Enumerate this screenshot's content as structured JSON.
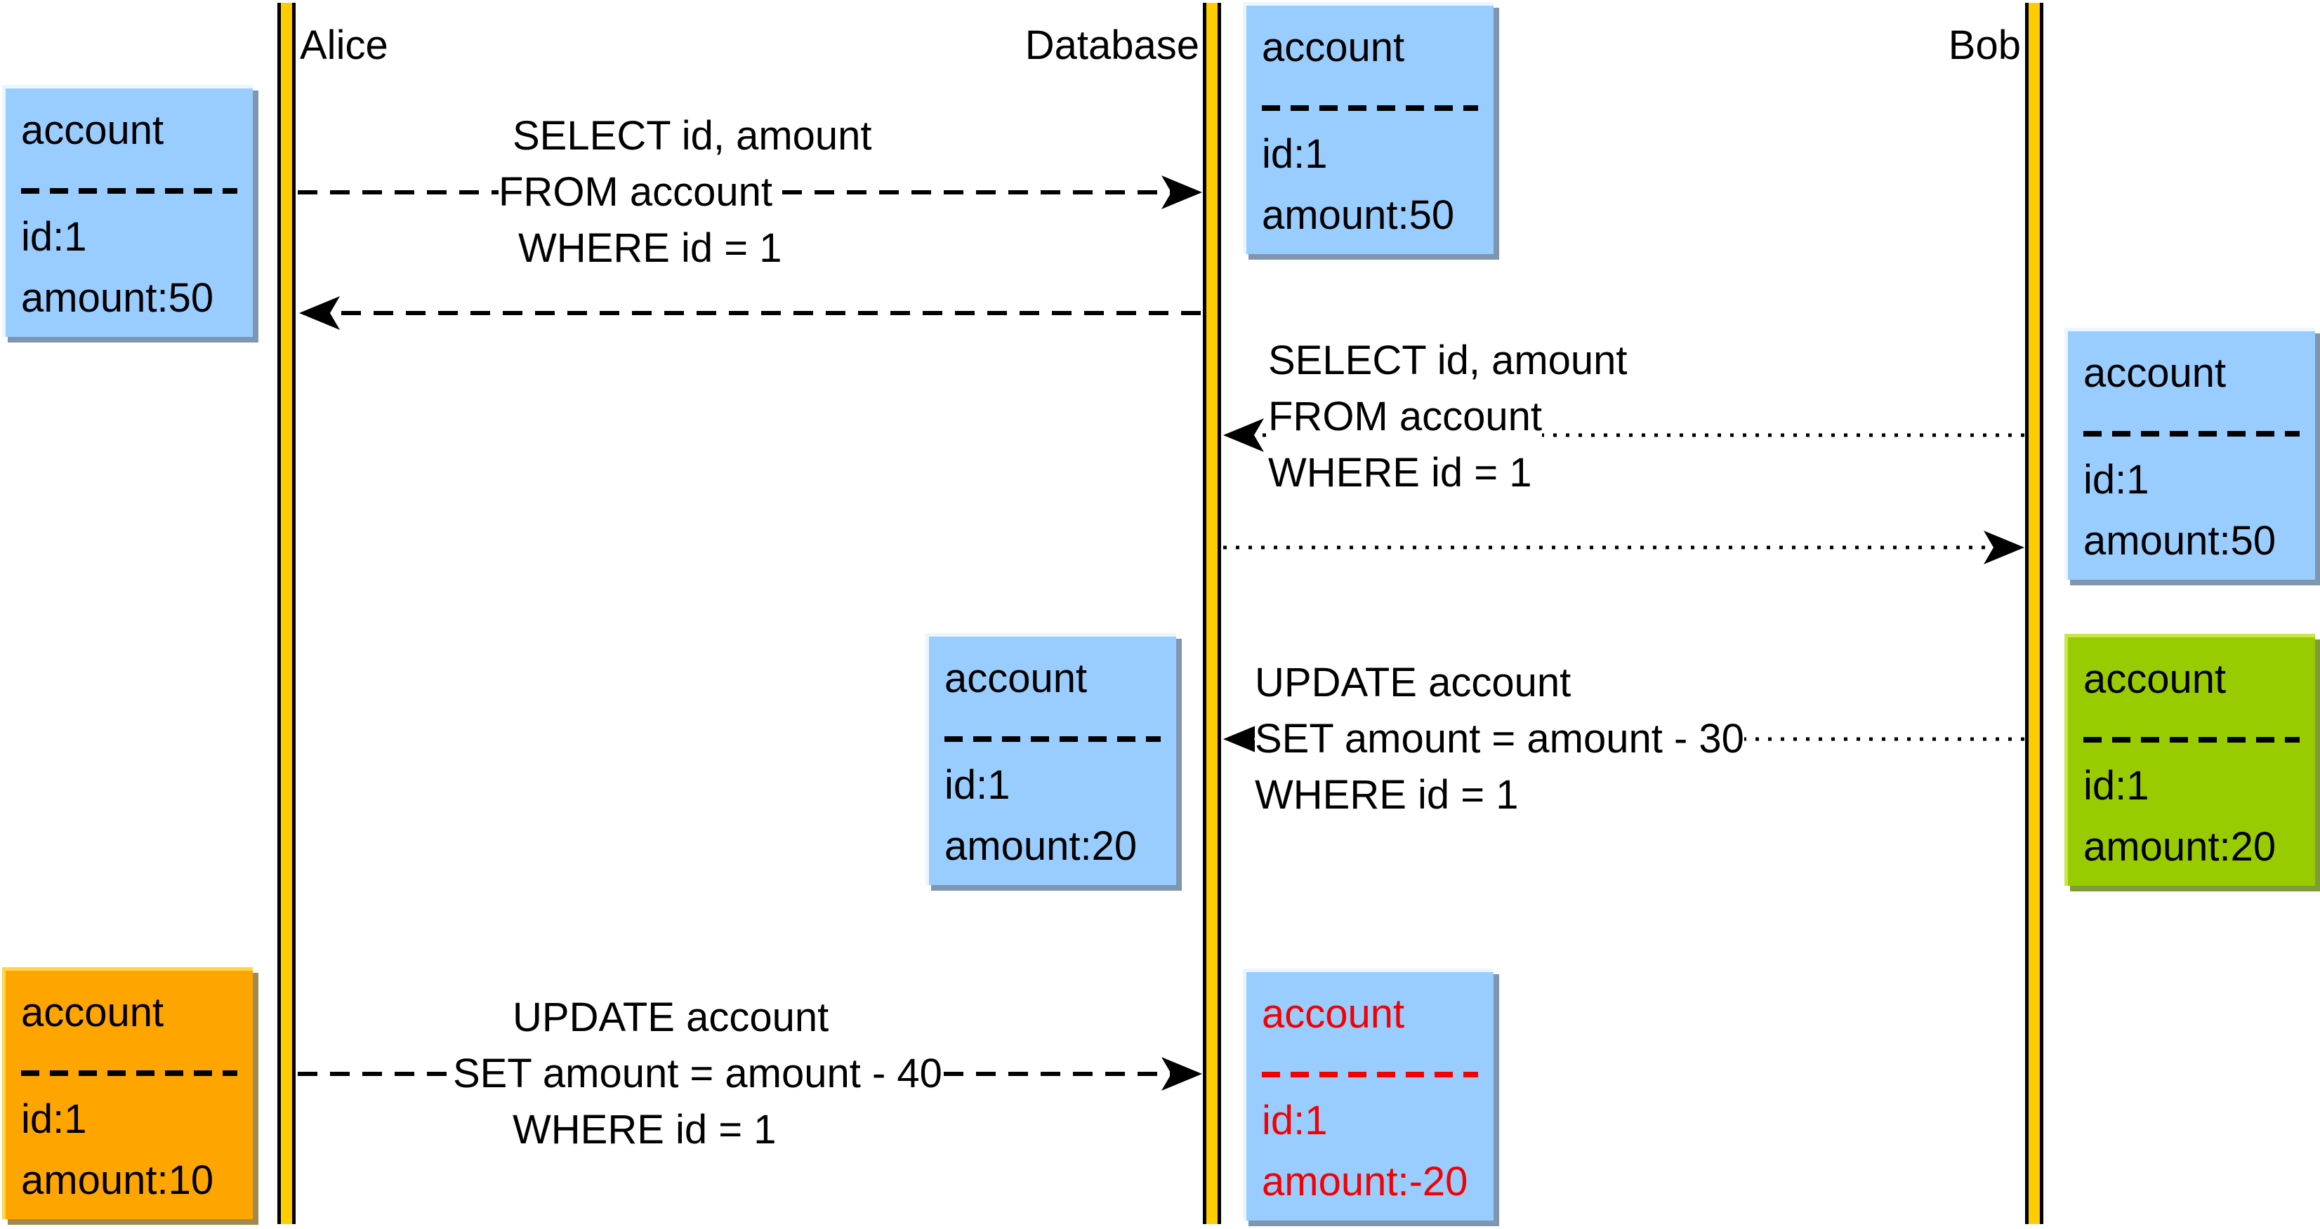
{
  "actors": {
    "alice": "Alice",
    "database": "Database",
    "bob": "Bob"
  },
  "messages": {
    "alice_select": {
      "line1": "SELECT id, amount",
      "line2": "FROM account",
      "line3": "WHERE id = 1",
      "from": "Alice",
      "to": "Database",
      "line_style": "dashed"
    },
    "db_reply_alice": {
      "from": "Database",
      "to": "Alice",
      "line_style": "dashed",
      "label": ""
    },
    "bob_select": {
      "line1": "SELECT id, amount",
      "line2": "FROM account",
      "line3": "WHERE id = 1",
      "from": "Bob",
      "to": "Database",
      "line_style": "dotted"
    },
    "db_reply_bob": {
      "from": "Database",
      "to": "Bob",
      "line_style": "dotted",
      "label": ""
    },
    "bob_update": {
      "line1": "UPDATE account",
      "line2": "SET amount = amount - 30",
      "line3": "WHERE id = 1",
      "from": "Bob",
      "to": "Database",
      "line_style": "dotted"
    },
    "alice_update": {
      "line1": "UPDATE account",
      "line2": "SET amount = amount - 40",
      "line3": "WHERE id = 1",
      "from": "Alice",
      "to": "Database",
      "line_style": "dashed"
    }
  },
  "state_boxes": {
    "alice_initial": {
      "title": "account",
      "divider": "---------------",
      "id_row": "id:1",
      "amount_row": "amount:50",
      "fill": "blue",
      "text": "black"
    },
    "db_initial": {
      "title": "account",
      "divider": "---------------",
      "id_row": "id:1",
      "amount_row": "amount:50",
      "fill": "blue",
      "text": "black"
    },
    "bob_initial": {
      "title": "account",
      "divider": "---------------",
      "id_row": "id:1",
      "amount_row": "amount:50",
      "fill": "blue",
      "text": "black"
    },
    "db_after_bob": {
      "title": "account",
      "divider": "---------------",
      "id_row": "id:1",
      "amount_row": "amount:20",
      "fill": "blue",
      "text": "black"
    },
    "bob_after_update": {
      "title": "account",
      "divider": "---------------",
      "id_row": "id:1",
      "amount_row": "amount:20",
      "fill": "green",
      "text": "black"
    },
    "alice_final": {
      "title": "account",
      "divider": "---------------",
      "id_row": "id:1",
      "amount_row": "amount:10",
      "fill": "orange",
      "text": "black"
    },
    "db_final": {
      "title": "account",
      "divider": "--------------",
      "id_row": "id:1",
      "amount_row": "amount:-20",
      "fill": "blue",
      "text": "red"
    }
  },
  "colors": {
    "lifeline": "#FFCC00",
    "box_blue": "#99CCFF",
    "box_orange": "#FFA500",
    "box_green": "#99CC00",
    "text_red": "#F40000",
    "highlight_blue": "#EAF7FF",
    "highlight_orange": "#FFD44D",
    "highlight_green": "#CCE54C",
    "shadow_blue": "#7E96AF",
    "shadow_orange": "#A08A50",
    "shadow_green": "#809B3C"
  }
}
